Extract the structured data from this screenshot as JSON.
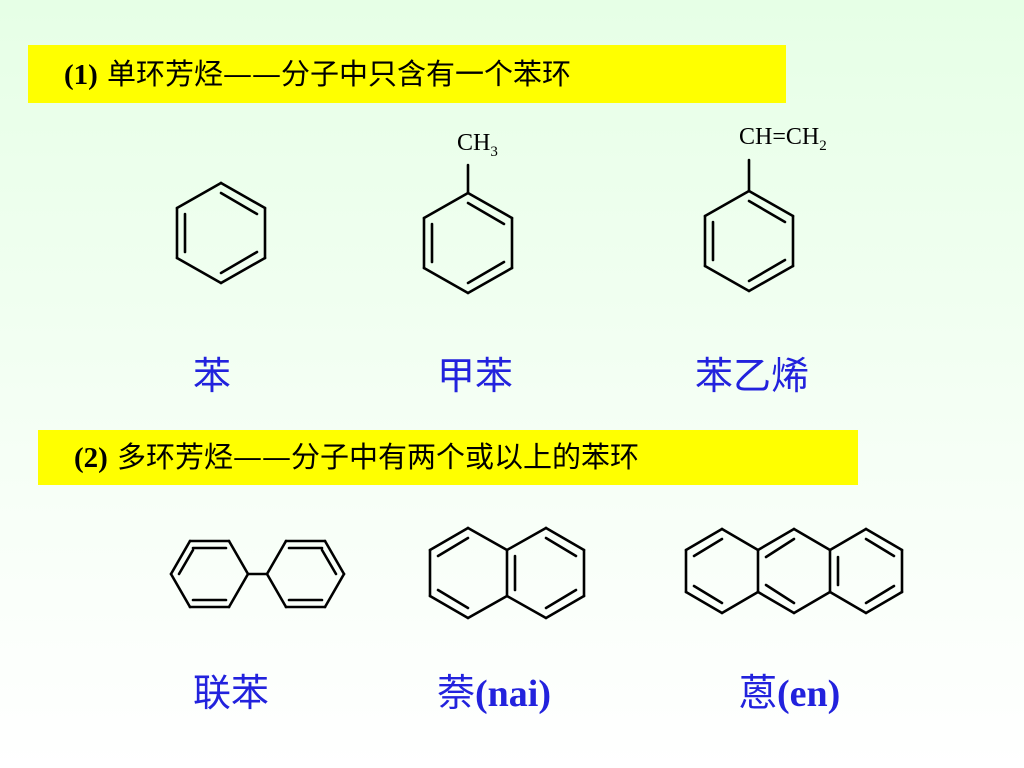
{
  "section1": {
    "num": "(1)",
    "text": " 单环芳烃——分子中只含有一个苯环"
  },
  "section2": {
    "num": "(2)",
    "text": " 多环芳烃——分子中有两个或以上的苯环"
  },
  "compounds_row1": [
    {
      "name": "苯"
    },
    {
      "name": "甲苯",
      "substituent": "CH",
      "subscript": "3"
    },
    {
      "name": "苯乙烯",
      "substituent": "CH=CH",
      "subscript": "2"
    }
  ],
  "compounds_row2": [
    {
      "name": "联苯",
      "latin": ""
    },
    {
      "name": "萘",
      "latin": "(nai)"
    },
    {
      "name": "蒽",
      "latin": "(en)"
    }
  ]
}
